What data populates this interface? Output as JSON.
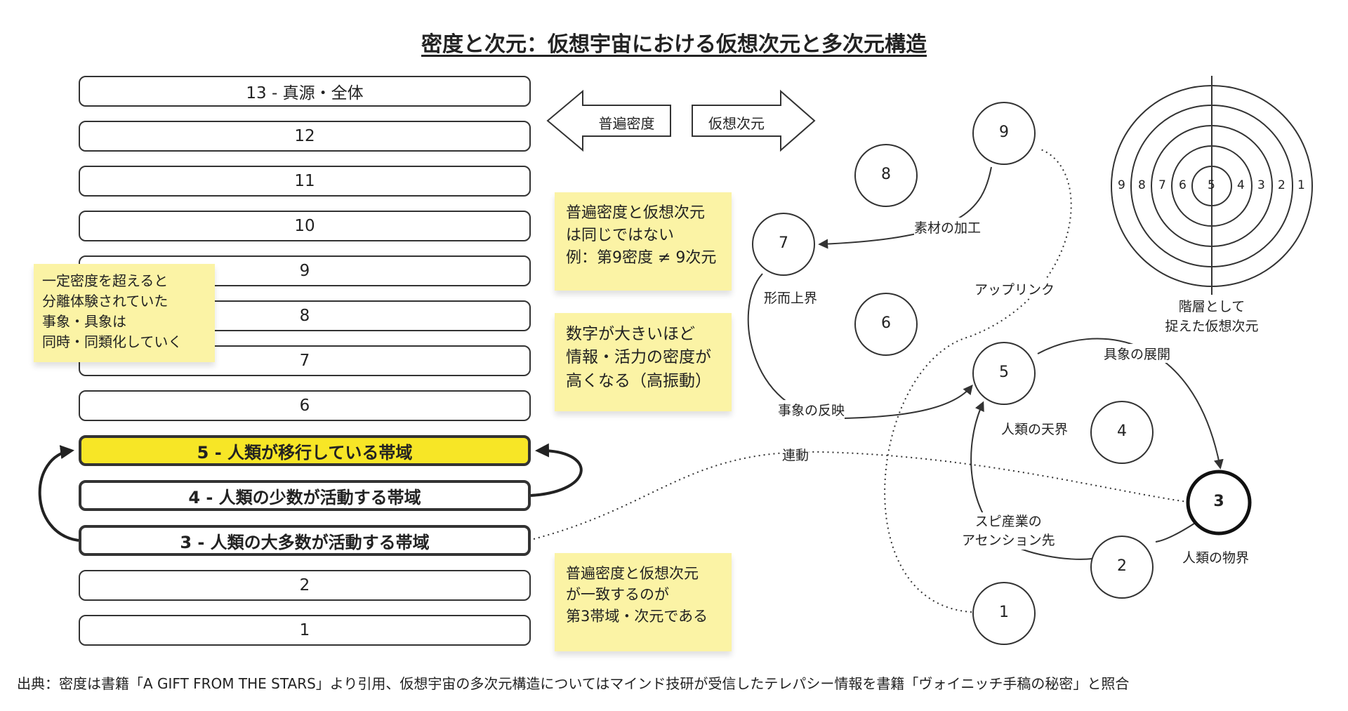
{
  "title": "密度と次元：仮想宇宙における仮想次元と多次元構造",
  "bands": [
    {
      "label": "13 - 真源・全体"
    },
    {
      "label": "12"
    },
    {
      "label": "11"
    },
    {
      "label": "10"
    },
    {
      "label": "9"
    },
    {
      "label": "8"
    },
    {
      "label": "7"
    },
    {
      "label": "6"
    },
    {
      "label": "5 - 人類が移行している帯域"
    },
    {
      "label": "4 - 人類の少数が活動する帯域"
    },
    {
      "label": "3 - 人類の大多数が活動する帯域"
    },
    {
      "label": "2"
    },
    {
      "label": "1"
    }
  ],
  "arrows": {
    "left": "普遍密度",
    "right": "仮想次元"
  },
  "notes": {
    "merge": "一定密度を超えると\n分離体験されていた\n事象・具象は\n同時・同類化していく",
    "not_same": "普遍密度と仮想次元\nは同じではない\n例：第9密度 ≠ 9次元",
    "higher": "数字が大きいほど\n情報・活力の密度が\n高くなる（高振動）",
    "match": "普遍密度と仮想次元\nが一致するのが\n第3帯域・次元である"
  },
  "nodes": [
    "1",
    "2",
    "3",
    "4",
    "5",
    "6",
    "7",
    "8",
    "9"
  ],
  "node_labels": {
    "n7": "形而上界",
    "n5": "人類の天界",
    "n3": "人類の物界"
  },
  "edge_labels": {
    "material": "素材の加工",
    "reflection": "事象の反映",
    "uplink": "アップリンク",
    "manifest": "具象の展開",
    "spiritual": "スピ産業の\nアセンション先",
    "linked": "連動"
  },
  "target": {
    "rings": [
      "9",
      "8",
      "7",
      "6",
      "5",
      "4",
      "3",
      "2",
      "1"
    ],
    "caption": "階層として\n捉えた仮想次元"
  },
  "footer": "出典：密度は書籍「A GIFT FROM THE STARS」より引用、仮想宇宙の多次元構造についてはマインド技研が受信したテレパシー情報を書籍「ヴォイニッチ手稿の秘密」と照合"
}
